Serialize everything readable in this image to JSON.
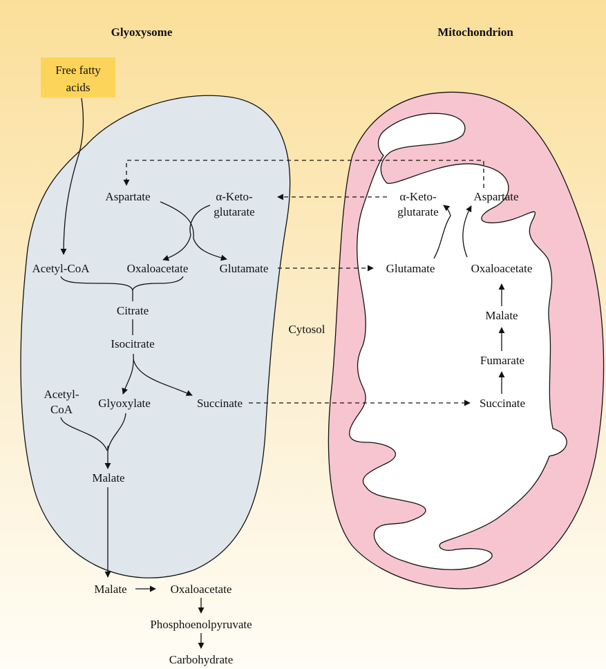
{
  "headers": {
    "glyoxysome": "Glyoxysome",
    "mitochondrion": "Mitochondrion"
  },
  "cytosol": "Cytosol",
  "start_box": {
    "line1": "Free fatty",
    "line2": "acids"
  },
  "glyoxysome": {
    "aspartate": "Aspartate",
    "ketoglutarate_1": "α-Keto-",
    "ketoglutarate_2": "glutarate",
    "acetyl_coa": "Acetyl-CoA",
    "oxaloacetate": "Oxaloacetate",
    "glutamate": "Glutamate",
    "citrate": "Citrate",
    "isocitrate": "Isocitrate",
    "acetyl_coa_2_line1": "Acetyl-",
    "acetyl_coa_2_line2": "CoA",
    "glyoxylate": "Glyoxylate",
    "succinate": "Succinate",
    "malate": "Malate"
  },
  "mitochondrion": {
    "ketoglutarate_1": "α-Keto-",
    "ketoglutarate_2": "glutarate",
    "aspartate": "Aspartate",
    "glutamate": "Glutamate",
    "oxaloacetate": "Oxaloacetate",
    "malate": "Malate",
    "fumarate": "Fumarate",
    "succinate": "Succinate"
  },
  "cytosol_pathway": {
    "malate": "Malate",
    "oxaloacetate": "Oxaloacetate",
    "pep": "Phosphoenolpyruvate",
    "carbohydrate": "Carbohydrate"
  },
  "colors": {
    "glyoxysome_fill": "#dfe6ec",
    "mito_outer": "#f7c5cf",
    "mito_inner": "#ffffff",
    "start_box": "#fcd45a",
    "background_top": "#fbdf99"
  }
}
